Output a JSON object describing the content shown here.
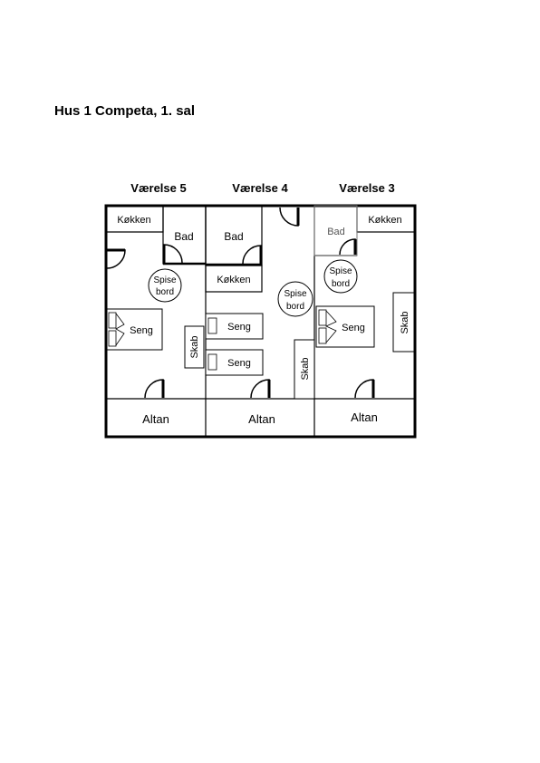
{
  "title": "Hus 1 Competa, 1. sal",
  "rooms": [
    {
      "name": "Værelse 5",
      "kitchen": "Køkken",
      "bath": "Bad",
      "dining": [
        "Spise",
        "bord"
      ],
      "bed": "Seng",
      "wardrobe": "Skab",
      "balcony": "Altan"
    },
    {
      "name": "Værelse 4",
      "kitchen": "Køkken",
      "bath": "Bad",
      "dining": [
        "Spise",
        "bord"
      ],
      "beds": [
        "Seng",
        "Seng"
      ],
      "wardrobe": "Skab",
      "balcony": "Altan"
    },
    {
      "name": "Værelse 3",
      "kitchen": "Køkken",
      "bath": "Bad",
      "dining": [
        "Spise",
        "bord"
      ],
      "bed": "Seng",
      "wardrobe": "Skab",
      "balcony": "Altan"
    }
  ]
}
